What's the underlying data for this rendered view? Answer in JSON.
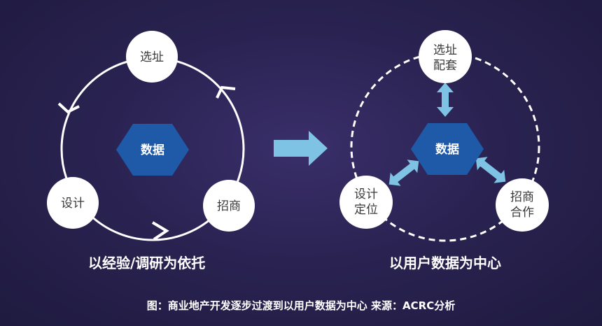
{
  "left": {
    "center": "数据",
    "nodes": {
      "top": "选址",
      "left": "设计",
      "right": "招商"
    },
    "caption": "以经验/调研为依托"
  },
  "right": {
    "center": "数据",
    "nodes": {
      "top_line1": "选址",
      "top_line2": "配套",
      "left_line1": "设计",
      "left_line2": "定位",
      "right_line1": "招商",
      "right_line2": "合作"
    },
    "caption": "以用户数据为中心"
  },
  "footer": "图：商业地产开发逐步过渡到以用户数据为中心  来源：ACRC分析",
  "colors": {
    "hex": "#1e5aa8",
    "arrow": "#7ec3e3",
    "circle_line": "#ffffff",
    "node_fill": "#ffffff"
  }
}
